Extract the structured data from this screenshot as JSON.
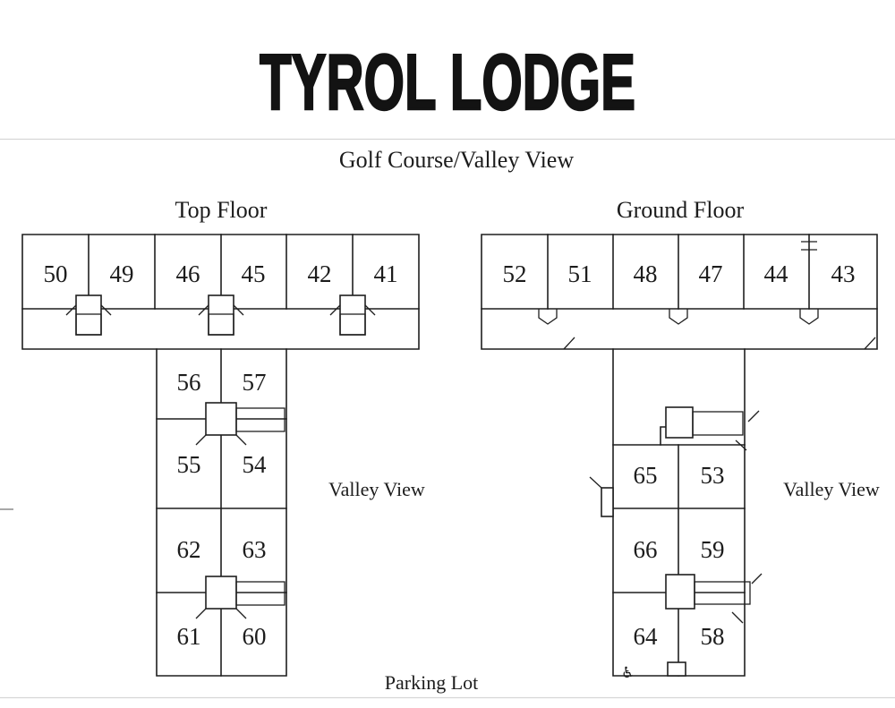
{
  "title": "TYROL LODGE",
  "header": {
    "view_label": "Golf Course/Valley View"
  },
  "footer": {
    "parking_label": "Parking Lot"
  },
  "top_floor": {
    "label": "Top Floor",
    "side_label": "Valley View",
    "row_rooms": [
      "50",
      "49",
      "46",
      "45",
      "42",
      "41"
    ],
    "wing_rooms": [
      [
        "56",
        "57"
      ],
      [
        "55",
        "54"
      ],
      [
        "62",
        "63"
      ],
      [
        "61",
        "60"
      ]
    ]
  },
  "ground_floor": {
    "label": "Ground Floor",
    "side_label": "Valley View",
    "row_rooms": [
      "52",
      "51",
      "48",
      "47",
      "44",
      "43"
    ],
    "wing_rooms": [
      [
        "65",
        "53"
      ],
      [
        "66",
        "59"
      ],
      [
        "64",
        "58"
      ]
    ],
    "accessible_icon": "♿"
  }
}
